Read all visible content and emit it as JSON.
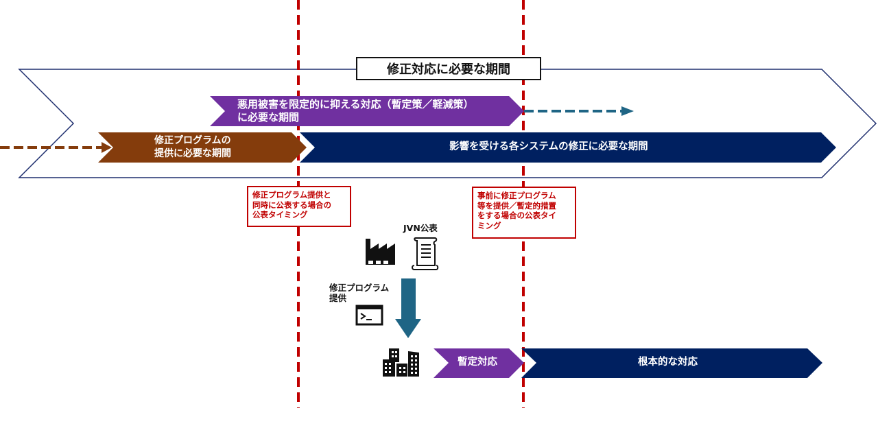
{
  "title": "修正対応に必要な期間",
  "colors": {
    "navy": "#002060",
    "purple": "#7030a0",
    "brown": "#843c0c",
    "red": "#c00000",
    "teal": "#1f6585",
    "outline": "#1f2f6f"
  },
  "bands": {
    "mitigation": {
      "line1": "悪用被害を限定的に抑える対応（暫定策／軽減策）",
      "line2": "に必要な期間"
    },
    "patch_supply": {
      "line1": "修正プログラムの",
      "line2": "提供に必要な期間"
    },
    "system_fix": {
      "label": "影響を受ける各システムの修正に必要な期間"
    }
  },
  "callouts": {
    "left": {
      "lines": [
        "修正プログラム提供と",
        "同時に公表する場合の",
        "公表タイミング"
      ]
    },
    "right": {
      "lines": [
        "事前に修正プログラム",
        "等を提供／暫定的措置",
        "をする場合の公表タイ",
        "ミング"
      ]
    }
  },
  "flow": {
    "jvn_label": "JVN公表",
    "patch_label": {
      "line1": "修正プログラム",
      "line2": "提供"
    },
    "icons": [
      "factory-icon",
      "scroll-document-icon",
      "terminal-window-icon",
      "buildings-icon"
    ]
  },
  "bottom": {
    "interim": "暫定対応",
    "fundamental": "根本的な対応"
  }
}
